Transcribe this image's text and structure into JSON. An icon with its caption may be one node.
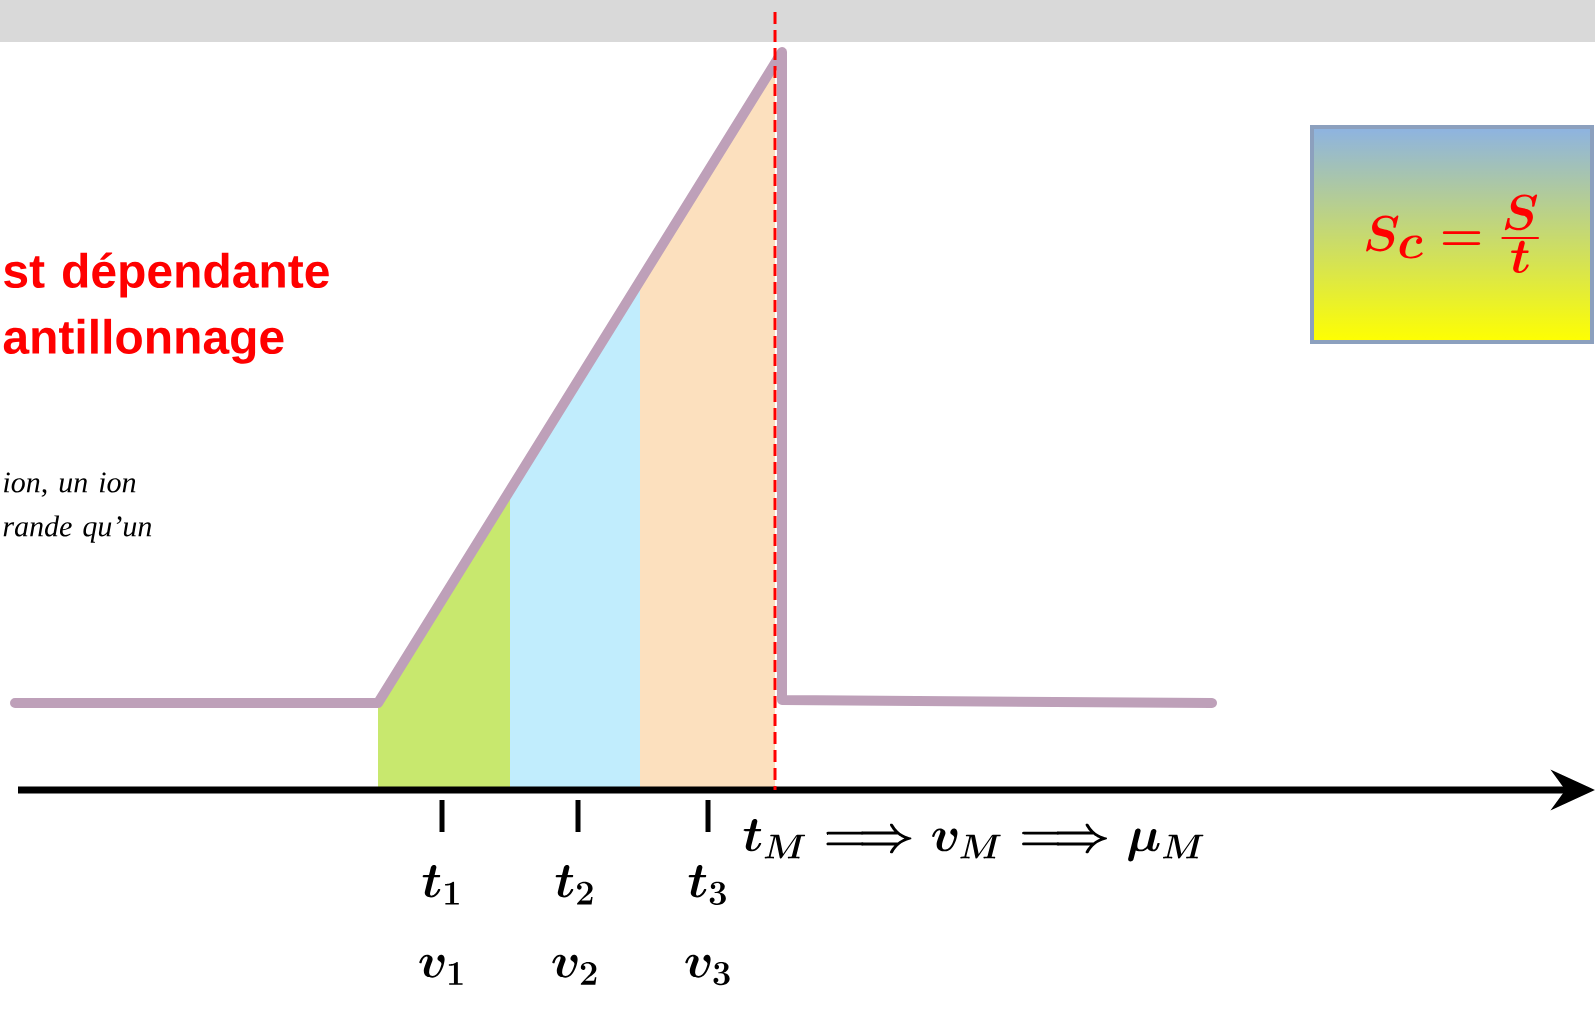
{
  "diagram": {
    "nodes": [
      {
        "text": [
          "S_c = \\frac{S}{t}"
        ]
      }
    ],
    "labels": [
      "st dépendante antillonnage",
      "ion, un ion rande qu’un",
      "t_M \\Longrightarrow v_M \\Longrightarrow \\mu_M",
      "t_1",
      "t_2",
      "t_3",
      "v_1",
      "v_2",
      "v_3"
    ]
  }
}
